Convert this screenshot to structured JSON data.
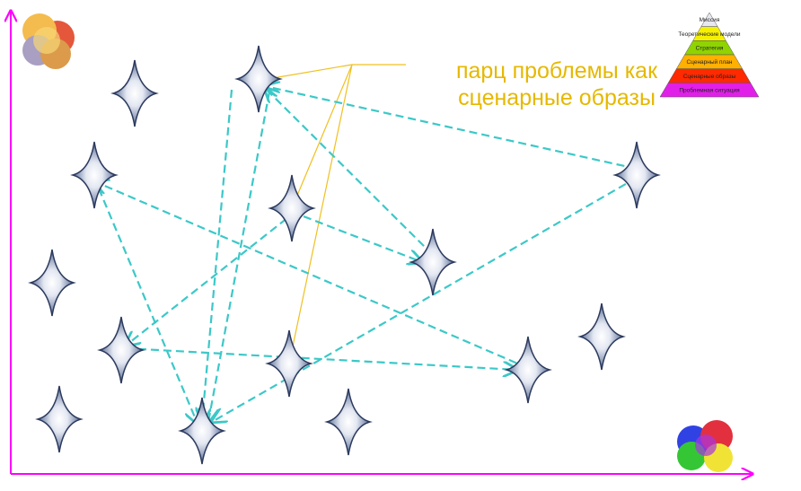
{
  "caption": {
    "line1": "парц проблемы как",
    "line2": "сценарные образы",
    "color": "#e6b800"
  },
  "pyramid": {
    "levels": [
      {
        "label": "Миссия",
        "color": "#e8e8f0"
      },
      {
        "label": "Теоретические модели",
        "color": "#f5f000"
      },
      {
        "label": "Стратегия",
        "color": "#8fd400"
      },
      {
        "label": "Сценарный план",
        "color": "#ffb000"
      },
      {
        "label": "Сценарные образы",
        "color": "#ff2a00"
      },
      {
        "label": "Проблемная ситуация",
        "color": "#e020e8"
      }
    ]
  },
  "colors": {
    "axis": "#ff00ff",
    "arrow": "#3cc8c8",
    "pointer": "#f0c020",
    "star_fill": "#8a9ab8",
    "star_edge": "#2c3a5e"
  },
  "icons": {
    "top_left": "warm-circles-logo-icon",
    "bottom_right": "rgb-circles-logo-icon"
  }
}
